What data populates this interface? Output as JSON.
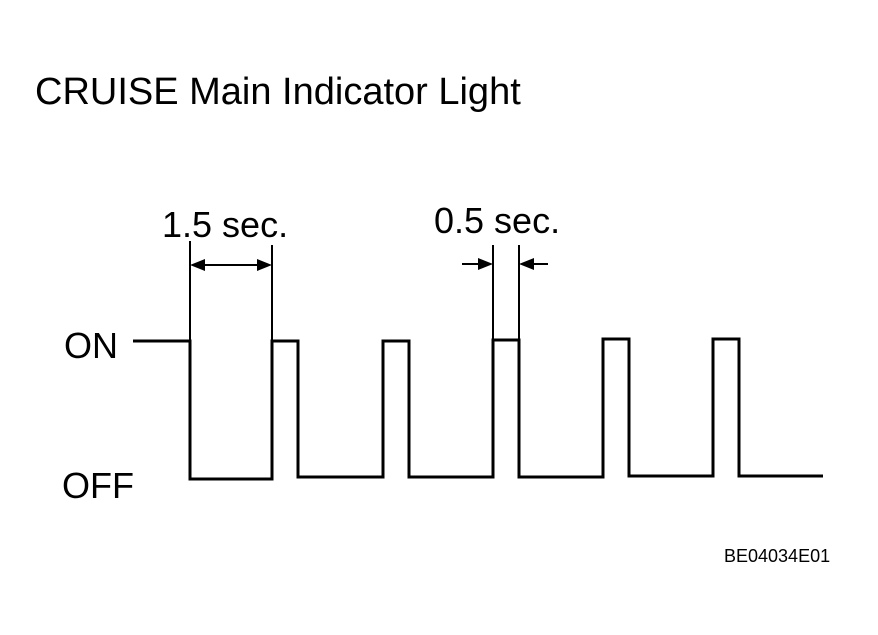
{
  "title": "CRUISE Main Indicator Light",
  "levels": {
    "on_label": "ON",
    "off_label": "OFF"
  },
  "dimensions": {
    "long_interval": "1.5 sec.",
    "short_interval": "0.5 sec."
  },
  "figure_code": "BE04034E01",
  "colors": {
    "ink": "#000000",
    "background": "#ffffff"
  }
}
